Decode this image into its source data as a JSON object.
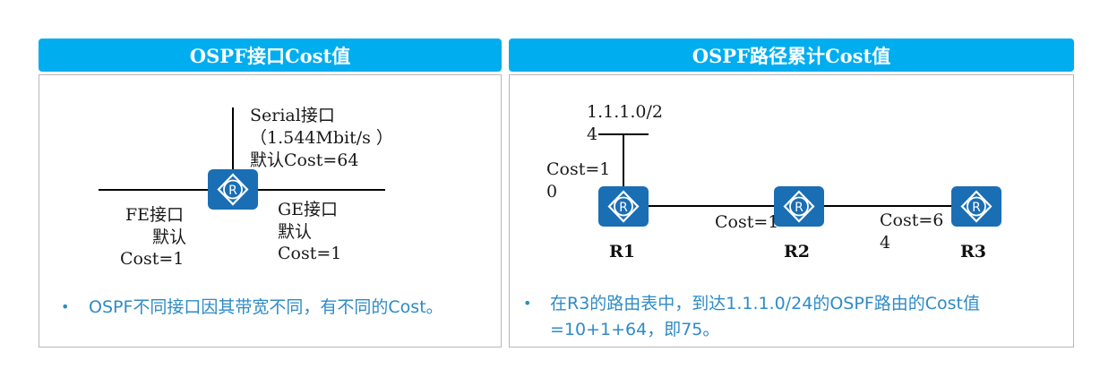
{
  "left_panel": {
    "title": "OSPF接口Cost值",
    "serial_label": [
      "Serial接口",
      "（1.544Mbit/s ）",
      "默认Cost=64"
    ],
    "fe_label": [
      "FE接口",
      "默认",
      "Cost=1"
    ],
    "ge_label": [
      "GE接口",
      "默认",
      "Cost=1"
    ],
    "bullet": "OSPF不同接口因其带宽不同，有不同的Cost。"
  },
  "right_panel": {
    "title": "OSPF路径累计Cost值",
    "network_label": [
      "1.1.1.0/2",
      "4"
    ],
    "cost_r1_net": [
      "Cost=1",
      "0"
    ],
    "cost_r1_r2": "Cost=1",
    "cost_r2_r3": [
      "Cost=6",
      "4"
    ],
    "routers": [
      "R1",
      "R2",
      "R3"
    ],
    "bullet": [
      "在R3的路由表中，到达1.1.1.0/24的OSPF路由的Cost值",
      "=10+1+64，即75。"
    ]
  },
  "bullet_symbol": "•",
  "router_icon_letter": "R",
  "colors": {
    "header_bg": "#00adef",
    "router_bg": "#1a6eb4",
    "bullet_text": "#2e8bc6",
    "border": "#b7b7b7"
  }
}
